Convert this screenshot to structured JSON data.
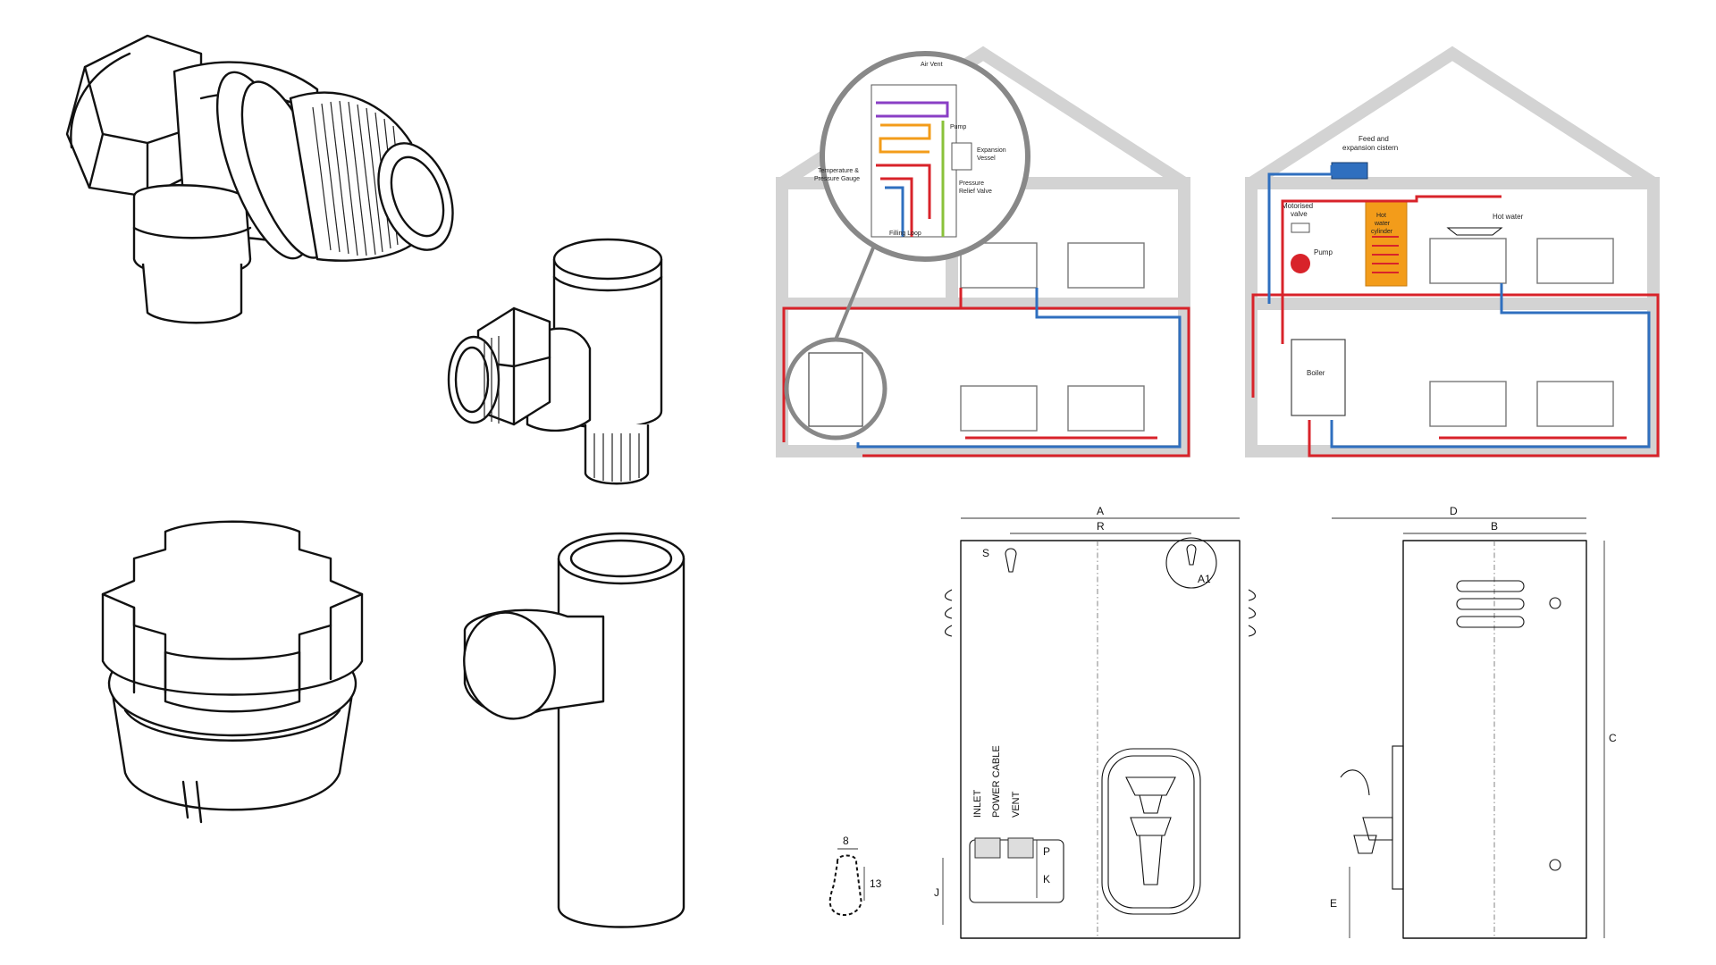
{
  "system_diagram_combi": {
    "labels": {
      "air_vent": "Air Vent",
      "pump": "Pump",
      "expansion_vessel_line1": "Expansion",
      "expansion_vessel_line2": "Vessel",
      "temp_gauge_line1": "Temperature &",
      "temp_gauge_line2": "Pressure Gauge",
      "relief_valve_line1": "Pressure",
      "relief_valve_line2": "Relief Valve",
      "filling_loop": "Filling Loop"
    }
  },
  "system_diagram_conventional": {
    "labels": {
      "cistern_line1": "Feed and",
      "cistern_line2": "expansion cistern",
      "motorised_valve_line1": "Motorised",
      "motorised_valve_line2": "valve",
      "pump": "Pump",
      "cylinder_line1": "Hot",
      "cylinder_line2": "water",
      "cylinder_line3": "cylinder",
      "hot_water": "Hot water",
      "boiler": "Boiler"
    }
  },
  "front_view": {
    "dims": {
      "a": "A",
      "r": "R",
      "s": "S",
      "a1": "A1",
      "p": "P",
      "k": "K",
      "j": "J",
      "slot_width": "8",
      "slot_height": "13"
    },
    "connections": {
      "inlet": "INLET",
      "power_cable": "POWER CABLE",
      "vent": "VENT"
    }
  },
  "side_view": {
    "dims": {
      "d": "D",
      "b": "B",
      "c": "C",
      "e": "E"
    }
  },
  "colors": {
    "hot": "#d8232a",
    "cold": "#2f6fbf",
    "wall": "#d3d3d3",
    "ink": "#111111"
  }
}
